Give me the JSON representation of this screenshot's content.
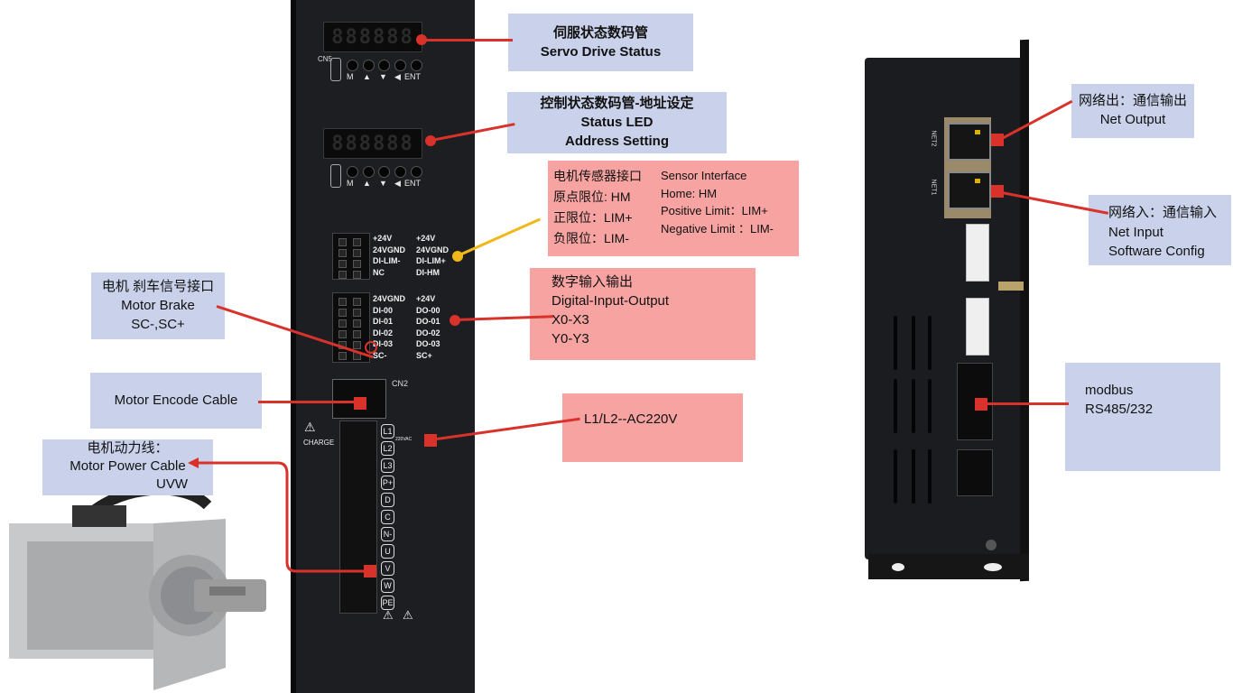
{
  "callouts": {
    "servo_status": {
      "line1": "伺服状态数码管",
      "line2": "Servo Drive Status"
    },
    "status_led": {
      "line1": "控制状态数码管-地址设定",
      "line2": "Status LED",
      "line3": "Address Setting"
    },
    "sensor": {
      "cn": [
        "电机传感器接口",
        "原点限位: HM",
        "正限位：LIM+",
        "负限位：LIM-"
      ],
      "en": [
        "Sensor Interface",
        "Home: HM",
        "Positive Limit：LIM+",
        "Negative Limit ：LIM-"
      ]
    },
    "dio": {
      "lines": [
        "数字输入输出",
        "Digital-Input-Output",
        "X0-X3",
        "Y0-Y3"
      ]
    },
    "brake": {
      "lines": [
        "电机 刹车信号接口",
        "Motor Brake",
        "SC-,SC+"
      ]
    },
    "encoder": {
      "label": "Motor Encode Cable"
    },
    "power": {
      "label": "L1/L2--AC220V"
    },
    "motor_power": {
      "lines": [
        "电机动力线：",
        "Motor Power Cable",
        "UVW"
      ]
    },
    "net_out": {
      "lines": [
        "网络出：通信输出",
        "Net Output"
      ]
    },
    "net_in": {
      "lines": [
        "网络入：通信输入",
        "Net Input",
        "Software Config"
      ]
    },
    "modbus": {
      "lines": [
        "modbus",
        "RS485/232"
      ]
    }
  },
  "drive": {
    "display1": "888888",
    "display2": "888888",
    "cn5_label": "CN5",
    "cn2_label": "CN2",
    "button_labels": [
      "M",
      "▲",
      "▼",
      "◀",
      "ENT"
    ],
    "sensor_pins_left": [
      "+24V",
      "24VGND",
      "DI-LIM-",
      "NC"
    ],
    "sensor_pins_right": [
      "+24V",
      "24VGND",
      "DI-LIM+",
      "DI-HM"
    ],
    "io_pins_left": [
      "24VGND",
      "DI-00",
      "DI-01",
      "DI-02",
      "DI-03",
      "SC-"
    ],
    "io_pins_right": [
      "+24V",
      "DO-00",
      "DO-01",
      "DO-02",
      "DO-03",
      "SC+"
    ],
    "charge_label": "CHARGE",
    "vac_label": "220VAC",
    "terminals": [
      "L1",
      "L2",
      "L3",
      "P+",
      "D",
      "C",
      "N-",
      "U",
      "V",
      "W",
      "PE"
    ]
  },
  "device": {
    "net2_label": "NET2",
    "net1_label": "NET1"
  },
  "colors": {
    "accent": "#d9322b",
    "sensor_arrow": "#f1b81a",
    "blue_note": "#c9d2ea",
    "red_note": "#f6a3a1"
  }
}
